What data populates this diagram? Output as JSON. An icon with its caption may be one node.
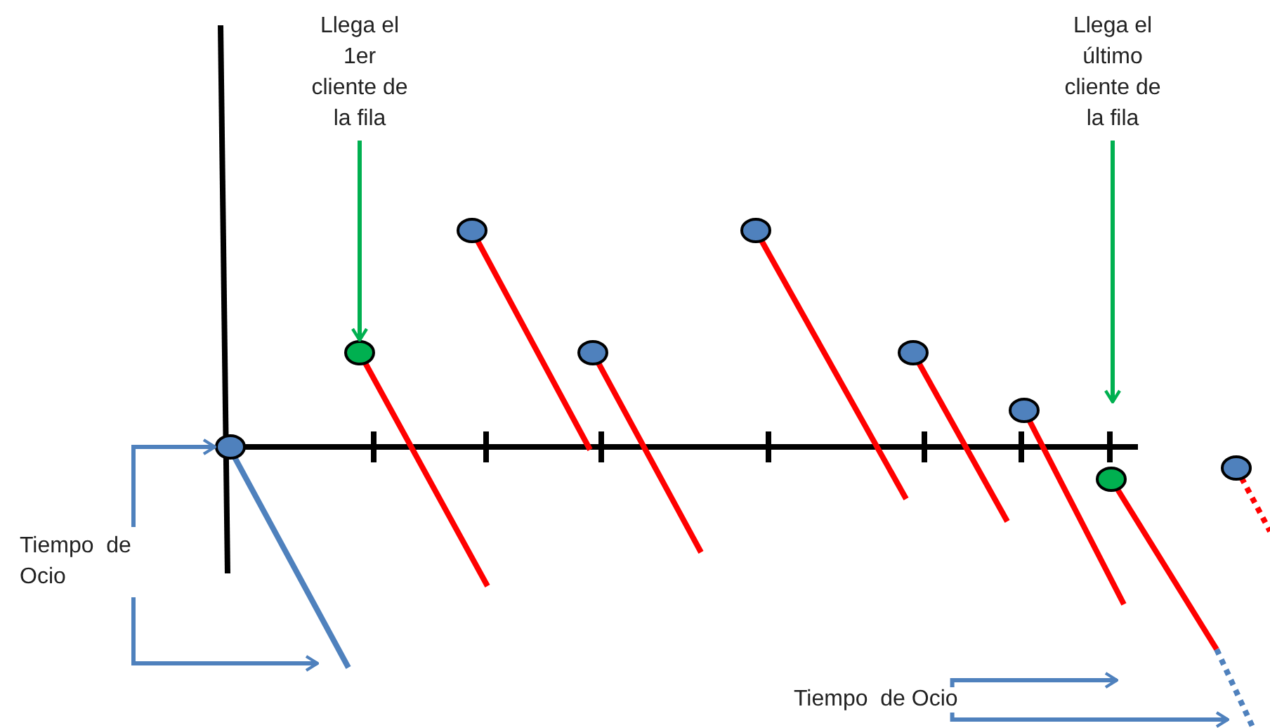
{
  "diagram": {
    "nodes": [
      {
        "text": [
          "Llega el 1er cliente de la fila"
        ]
      },
      {
        "text": [
          "Llega el último cliente de la fila"
        ]
      },
      {
        "text": [
          "Tiempo  de Ocio"
        ]
      },
      {
        "text": [
          "Tiempo  de Ocio"
        ]
      },
      {
        "text": [],
        "shape": "circle"
      },
      {
        "text": [],
        "shape": "circle"
      },
      {
        "text": [],
        "shape": "circle"
      },
      {
        "text": [],
        "shape": "circle"
      },
      {
        "text": [],
        "shape": "circle"
      },
      {
        "text": [],
        "shape": "circle"
      },
      {
        "text": [],
        "shape": "circle"
      },
      {
        "text": [],
        "shape": "circle"
      },
      {
        "text": [],
        "shape": "circle"
      }
    ],
    "edges": [
      {
        "from": 0,
        "to": 5,
        "arrow": "to",
        "color": "#00b050"
      },
      {
        "from": 1,
        "to": null,
        "arrow": "to",
        "color": "#00b050"
      },
      {
        "from": 2,
        "to": 4,
        "arrow": "to",
        "color": "#4f81bd"
      },
      {
        "from": 2,
        "to": null,
        "arrow": "to",
        "color": "#4f81bd"
      },
      {
        "from": 3,
        "to": null,
        "arrow": "to",
        "color": "#4f81bd"
      },
      {
        "from": 3,
        "to": null,
        "arrow": "to",
        "color": "#4f81bd"
      }
    ]
  }
}
